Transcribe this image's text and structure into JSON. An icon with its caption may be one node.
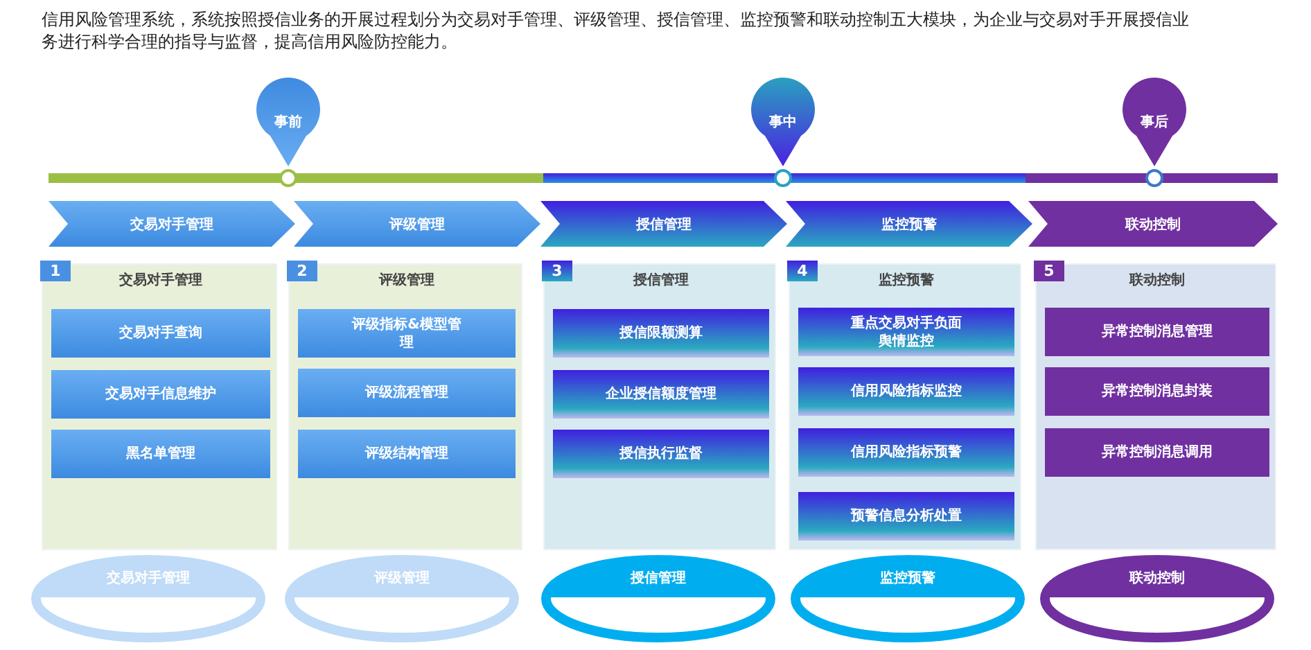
{
  "diagram": {
    "title": "信用风险管理系统，系统按照授信业务的开展过程划分为交易对手管理、评级管理、授信管理、监控预警和联动控制五大模块，为企业与交易对手开展授信业务进行科学合理的指导与监督，提高信用风险防控能力。",
    "nodes": [
      {
        "text": [
          "事前"
        ]
      },
      {
        "text": [
          "事中"
        ]
      },
      {
        "text": [
          "事后"
        ]
      },
      {
        "text": [
          "交易对手管理"
        ]
      },
      {
        "text": [
          "评级管理"
        ]
      },
      {
        "text": [
          "授信管理"
        ]
      },
      {
        "text": [
          "监控预警"
        ]
      },
      {
        "text": [
          "联动控制"
        ]
      },
      {
        "text": [
          "1",
          "交易对手管理"
        ]
      },
      {
        "text": [
          "交易对手查询"
        ],
        "in": 8
      },
      {
        "text": [
          "交易对手信息维护"
        ],
        "in": 8
      },
      {
        "text": [
          "黑名单管理"
        ],
        "in": 8
      },
      {
        "text": [
          "2",
          "评级管理"
        ]
      },
      {
        "text": [
          "评级指标&模型管理"
        ],
        "in": 12
      },
      {
        "text": [
          "评级流程管理"
        ],
        "in": 12
      },
      {
        "text": [
          "评级结构管理"
        ],
        "in": 12
      },
      {
        "text": [
          "3",
          "授信管理"
        ]
      },
      {
        "text": [
          "授信限额测算"
        ],
        "in": 16
      },
      {
        "text": [
          "企业授信额度管理"
        ],
        "in": 16
      },
      {
        "text": [
          "授信执行监督"
        ],
        "in": 16
      },
      {
        "text": [
          "4",
          "监控预警"
        ]
      },
      {
        "text": [
          "重点交易对手负面舆情监控"
        ],
        "in": 20
      },
      {
        "text": [
          "信用风险指标监控"
        ],
        "in": 20
      },
      {
        "text": [
          "信用风险指标预警"
        ],
        "in": 20
      },
      {
        "text": [
          "预警信息分析处置"
        ],
        "in": 20
      },
      {
        "text": [
          "5",
          "联动控制"
        ]
      },
      {
        "text": [
          "异常控制消息管理"
        ],
        "in": 25
      },
      {
        "text": [
          "异常控制消息封装"
        ],
        "in": 25
      },
      {
        "text": [
          "异常控制消息调用"
        ],
        "in": 25
      },
      {
        "text": [
          "交易对手管理"
        ]
      },
      {
        "text": [
          "评级管理"
        ]
      },
      {
        "text": [
          "授信管理"
        ]
      },
      {
        "text": [
          "监控预警"
        ]
      },
      {
        "text": [
          "联动控制"
        ]
      }
    ],
    "edges": []
  }
}
